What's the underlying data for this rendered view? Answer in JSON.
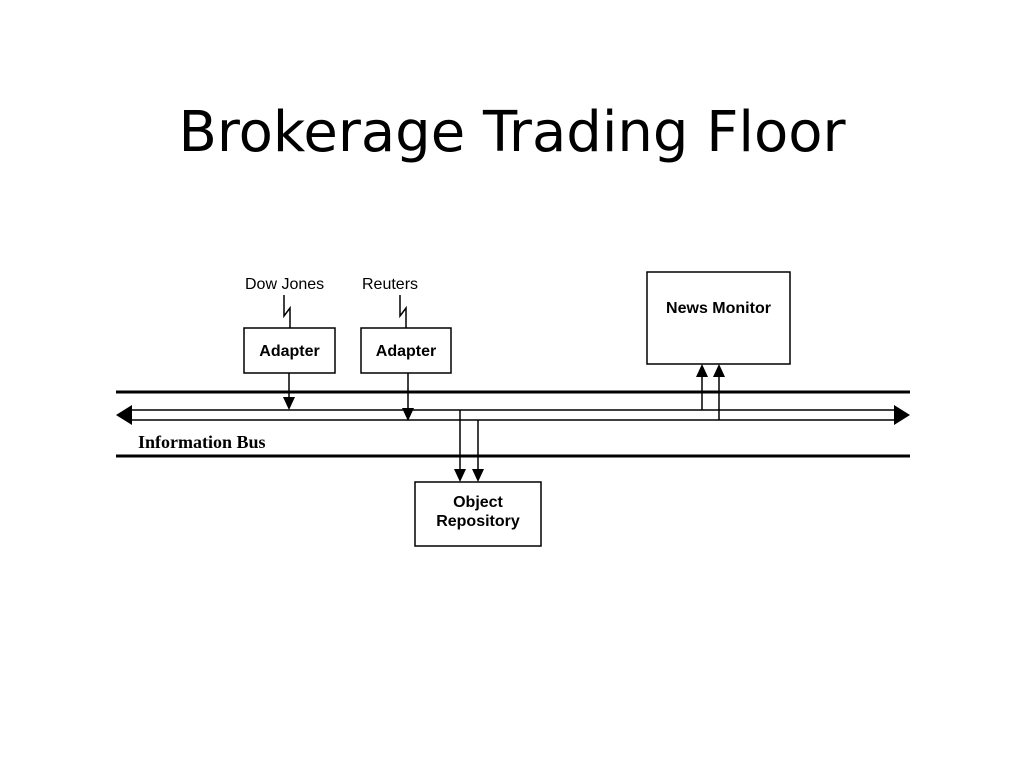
{
  "slide": {
    "title": "Brokerage Trading Floor"
  },
  "diagram": {
    "sources": [
      {
        "label": "Dow Jones"
      },
      {
        "label": "Reuters"
      }
    ],
    "adapters": [
      {
        "label": "Adapter"
      },
      {
        "label": "Adapter"
      }
    ],
    "news_monitor": {
      "label": "News Monitor"
    },
    "object_repository": {
      "line1": "Object",
      "line2": "Repository"
    },
    "bus": {
      "label": "Information Bus"
    }
  },
  "colors": {
    "ink": "#000000",
    "background": "#ffffff"
  }
}
